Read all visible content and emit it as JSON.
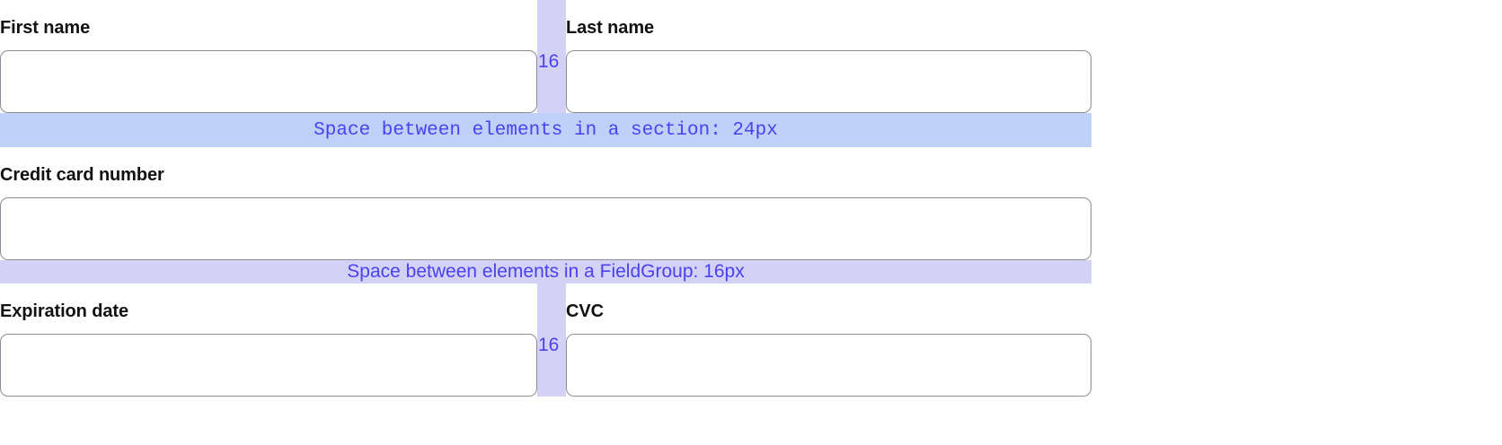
{
  "accent": {
    "annotation_text": "#4a41f0",
    "section_band_bg": "#bed1f7",
    "fieldgroup_band_bg": "#d3d2f5",
    "input_border": "#8d8d97",
    "label_color": "#111111"
  },
  "rows": {
    "name_row": {
      "first_name": {
        "label": "First name",
        "value": "",
        "placeholder": ""
      },
      "last_name": {
        "label": "Last name",
        "value": "",
        "placeholder": ""
      },
      "gap_label": "16"
    },
    "card_row": {
      "credit_card": {
        "label": "Credit card number",
        "value": "",
        "placeholder": ""
      }
    },
    "expiry_row": {
      "expiration_date": {
        "label": "Expiration date",
        "value": "",
        "placeholder": ""
      },
      "cvc": {
        "label": "CVC",
        "value": "",
        "placeholder": ""
      },
      "gap_label": "16"
    }
  },
  "annotations": {
    "section_spacing": "Space between elements in a section: 24px",
    "fieldgroup_spacing": "Space between elements in a FieldGroup: 16px"
  }
}
